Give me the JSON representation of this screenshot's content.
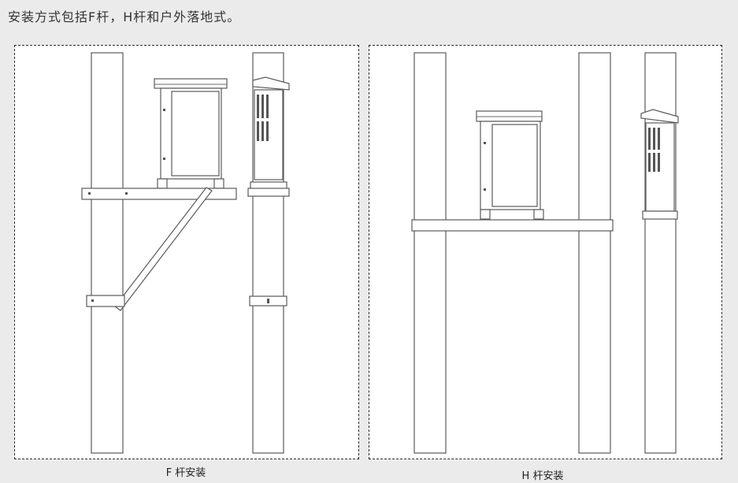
{
  "intro_text": "安装方式包括F杆，H杆和户外落地式。",
  "figures": [
    {
      "caption": "F 杆安装"
    },
    {
      "caption": "H 杆安装"
    }
  ]
}
